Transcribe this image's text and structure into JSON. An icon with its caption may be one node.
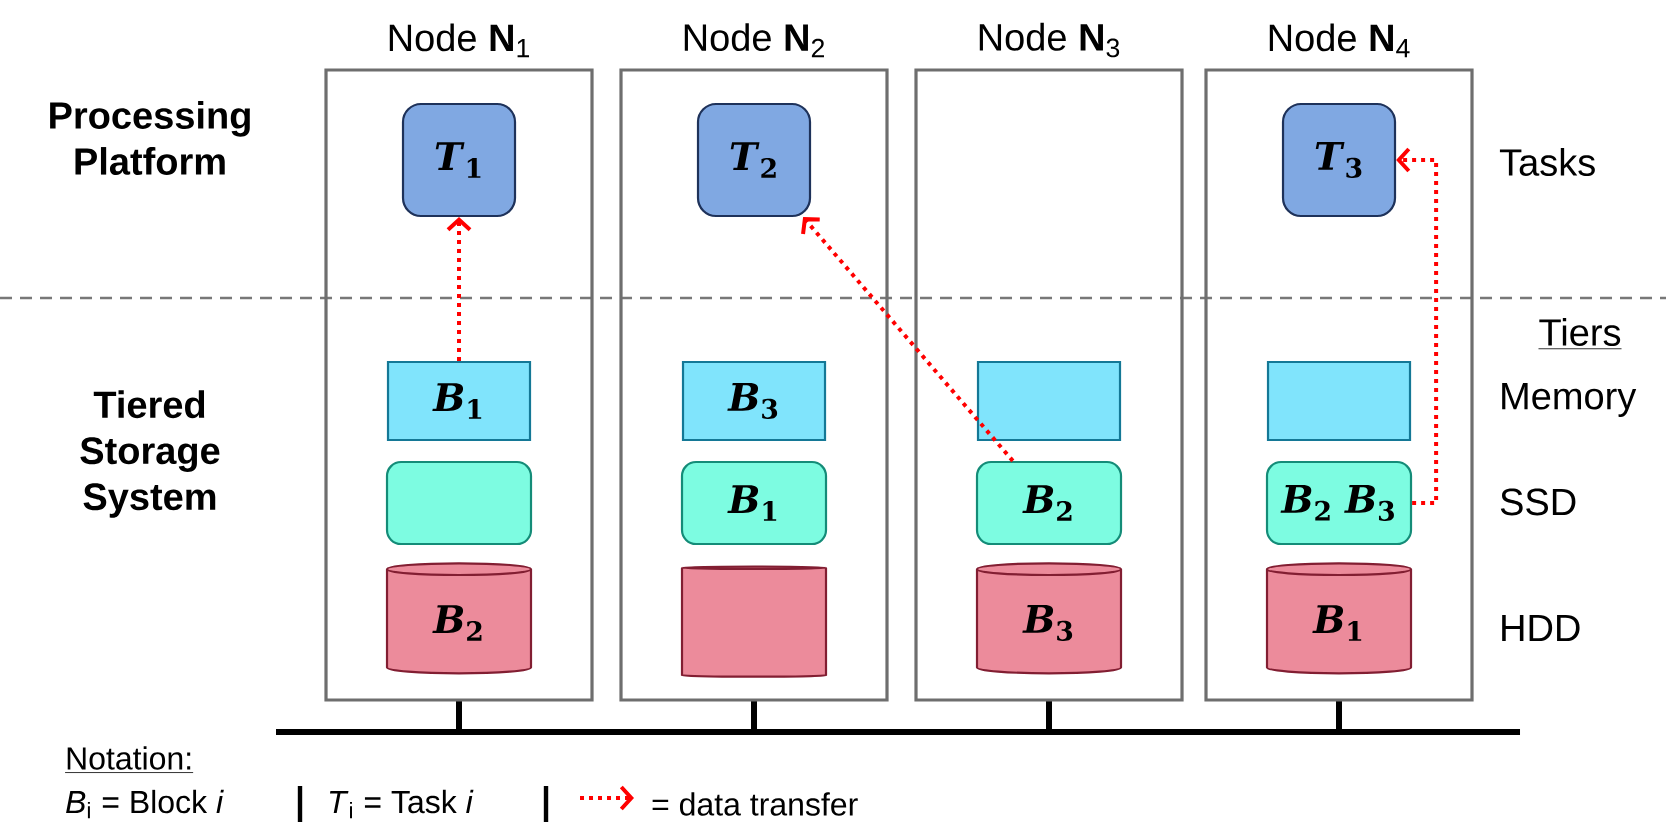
{
  "diagram": {
    "nodes": [
      {
        "text": [
          "Node **N**$_{1}$"
        ]
      },
      {
        "text": [
          "*T*$_{1}$"
        ],
        "in": 0
      },
      {
        "text": [
          "*B*$_{1}$"
        ],
        "in": 0
      },
      {
        "text": [],
        "shape": "box",
        "in": 0
      },
      {
        "text": [
          "*B*$_{2}$"
        ],
        "in": 0
      },
      {
        "text": [
          "Node **N**$_{2}$"
        ]
      },
      {
        "text": [
          "*T*$_{2}$"
        ],
        "in": 5
      },
      {
        "text": [
          "*B*$_{3}$"
        ],
        "in": 5
      },
      {
        "text": [
          "*B*$_{1}$"
        ],
        "in": 5
      },
      {
        "text": [],
        "shape": "cylinder",
        "in": 5
      },
      {
        "text": [
          "Node **N**$_{3}$"
        ]
      },
      {
        "text": [],
        "shape": "box",
        "in": 10
      },
      {
        "text": [
          "*B*$_{2}$"
        ],
        "in": 10
      },
      {
        "text": [
          "*B*$_{3}$"
        ],
        "in": 10
      },
      {
        "text": [
          "Node **N**$_{4}$"
        ]
      },
      {
        "text": [
          "*T*$_{3}$"
        ],
        "in": 14
      },
      {
        "text": [],
        "shape": "box",
        "in": 14
      },
      {
        "text": [
          "*B*$_{2}$",
          "*B*$_{3}$"
        ],
        "in": 14
      },
      {
        "text": [
          "*B*$_{1}$"
        ],
        "in": 14
      }
    ],
    "edges": [
      {
        "from": 2,
        "to": 1,
        "arrow": "to"
      },
      {
        "from": 12,
        "to": 6,
        "arrow": "to"
      },
      {
        "from": 17,
        "to": 15,
        "arrow": "to"
      }
    ],
    "labels": [
      "Processing Platform",
      "Tiered Storage System",
      "Tasks",
      "Tiers",
      "Memory",
      "SSD",
      "HDD",
      "Notation:",
      "*B*$_{i}$ = Block *i*",
      "*T*$_{i}$ = Task *i*"
    ],
    "legend": [
      {
        "text": "= data transfer"
      }
    ]
  }
}
